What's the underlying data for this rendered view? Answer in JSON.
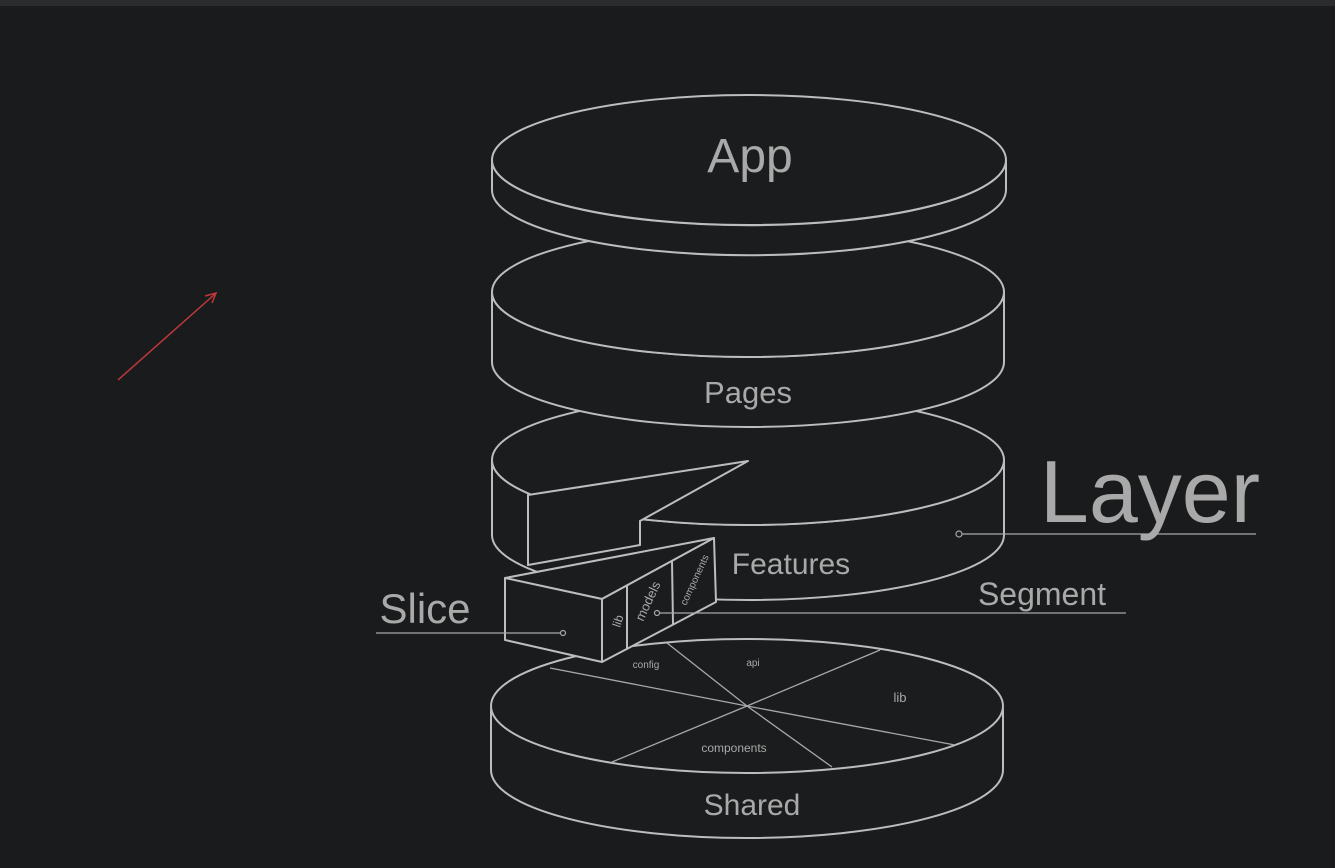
{
  "diagram": {
    "layers": {
      "app": "App",
      "pages": "Pages",
      "features": "Features",
      "shared": "Shared"
    },
    "callouts": {
      "layer": "Layer",
      "slice": "Slice",
      "segment": "Segment"
    },
    "slice_segments": [
      "lib",
      "models",
      "components"
    ],
    "shared_segments": [
      "config",
      "api",
      "lib",
      "components"
    ],
    "colors": {
      "background": "#1a1b1c",
      "stroke": "#bdbdbd",
      "text": "#a9a9a9",
      "arrow": "#c0393b"
    }
  }
}
